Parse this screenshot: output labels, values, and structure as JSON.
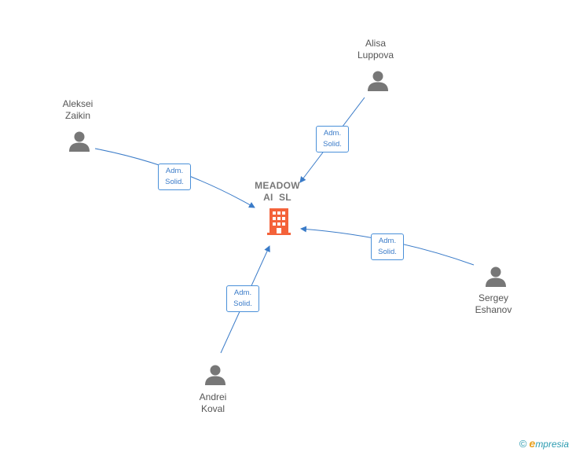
{
  "company": {
    "name_line1": "MEADOW",
    "name_line2": "AI  SL",
    "icon": "building-icon",
    "color": "#f4623a"
  },
  "people": [
    {
      "id": "alisa-luppova",
      "first": "Alisa",
      "last": "Luppova",
      "icon": "person-icon"
    },
    {
      "id": "aleksei-zaikin",
      "first": "Aleksei",
      "last": "Zaikin",
      "icon": "person-icon"
    },
    {
      "id": "sergey-eshanov",
      "first": "Sergey",
      "last": "Eshanov",
      "icon": "person-icon"
    },
    {
      "id": "andrei-koval",
      "first": "Andrei",
      "last": "Koval",
      "icon": "person-icon"
    }
  ],
  "relations": [
    {
      "line1": "Adm.",
      "line2": "Solid."
    },
    {
      "line1": "Adm.",
      "line2": "Solid."
    },
    {
      "line1": "Adm.",
      "line2": "Solid."
    },
    {
      "line1": "Adm.",
      "line2": "Solid."
    }
  ],
  "colors": {
    "edge": "#3a7bc8",
    "person_icon": "#777777"
  },
  "brand": {
    "copyright": "©",
    "name_initial": "e",
    "name_rest": "mpresia"
  }
}
